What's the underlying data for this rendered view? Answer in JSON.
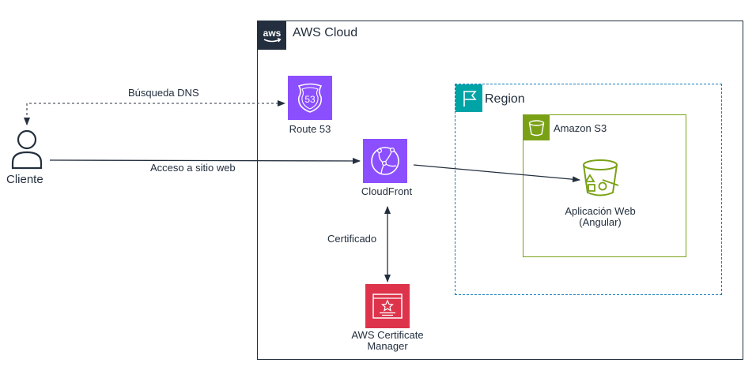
{
  "groups": {
    "cloud": {
      "label": "AWS Cloud",
      "logo": "aws"
    },
    "region": {
      "label": "Region"
    },
    "s3": {
      "label": "Amazon S3"
    }
  },
  "nodes": {
    "client": {
      "label": "Cliente"
    },
    "route53": {
      "label": "Route 53",
      "badge": "53"
    },
    "cloudfront": {
      "label": "CloudFront"
    },
    "acm": {
      "label_line1": "AWS Certificate",
      "label_line2": "Manager"
    },
    "webapp": {
      "label_line1": "Aplicación Web",
      "label_line2": "(Angular)"
    }
  },
  "edges": {
    "dns": {
      "label": "Búsqueda DNS"
    },
    "web": {
      "label": "Acceso a sitio web"
    },
    "cert": {
      "label": "Certificado"
    }
  },
  "colors": {
    "dark": "#232f3e",
    "networking": "#8c4fff",
    "security": "#dd344c",
    "storage": "#7aa116",
    "region": "#00a4a6",
    "region_border": "#147eba"
  }
}
